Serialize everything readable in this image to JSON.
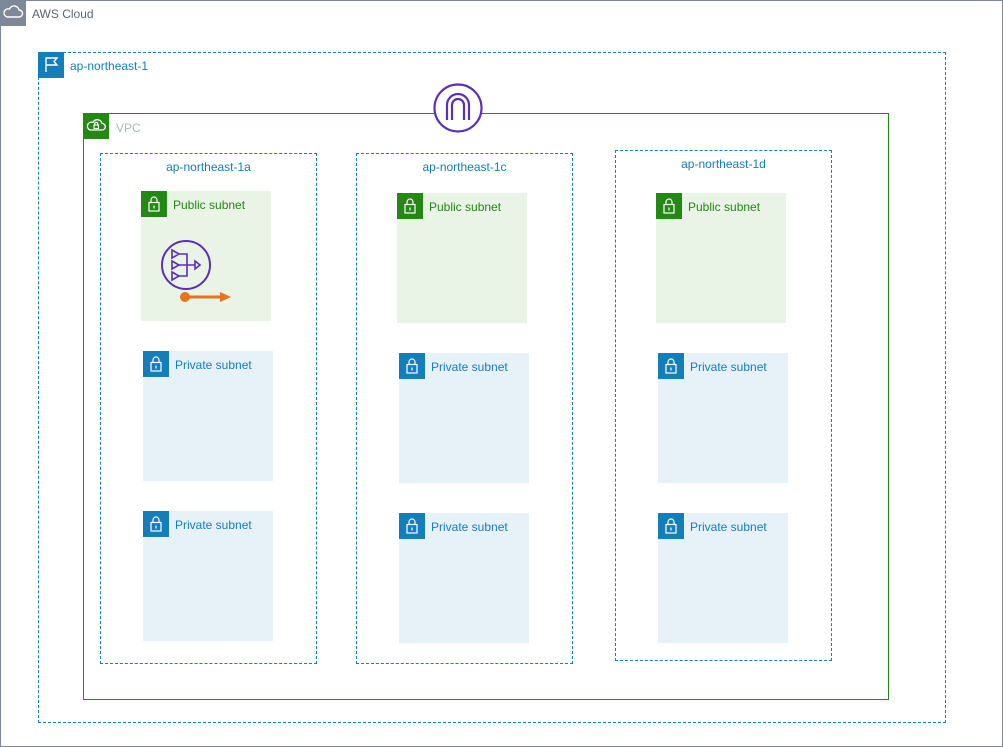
{
  "cloud": {
    "label": "AWS Cloud",
    "icon": "cloud-icon",
    "color": "#7d8998"
  },
  "region": {
    "label": "ap-northeast-1",
    "icon": "region-flag-icon",
    "color": "#147eba"
  },
  "vpc": {
    "label": "VPC",
    "icon": "vpc-cloud-lock-icon",
    "color": "#248814"
  },
  "internet_gateway": {
    "icon": "internet-gateway-icon",
    "color": "#5a30b5"
  },
  "nat_gateway": {
    "icon": "nat-gateway-icon",
    "arrow_icon": "arrow-right-icon",
    "arrow_color": "#e8731c"
  },
  "zones": [
    {
      "label": "ap-northeast-1a",
      "subnets": [
        {
          "type": "public",
          "label": "Public subnet"
        },
        {
          "type": "private",
          "label": "Private subnet"
        },
        {
          "type": "private",
          "label": "Private subnet"
        }
      ]
    },
    {
      "label": "ap-northeast-1c",
      "subnets": [
        {
          "type": "public",
          "label": "Public subnet"
        },
        {
          "type": "private",
          "label": "Private subnet"
        },
        {
          "type": "private",
          "label": "Private subnet"
        }
      ]
    },
    {
      "label": "ap-northeast-1d",
      "subnets": [
        {
          "type": "public",
          "label": "Public subnet"
        },
        {
          "type": "private",
          "label": "Private subnet"
        },
        {
          "type": "private",
          "label": "Private subnet"
        }
      ]
    }
  ]
}
